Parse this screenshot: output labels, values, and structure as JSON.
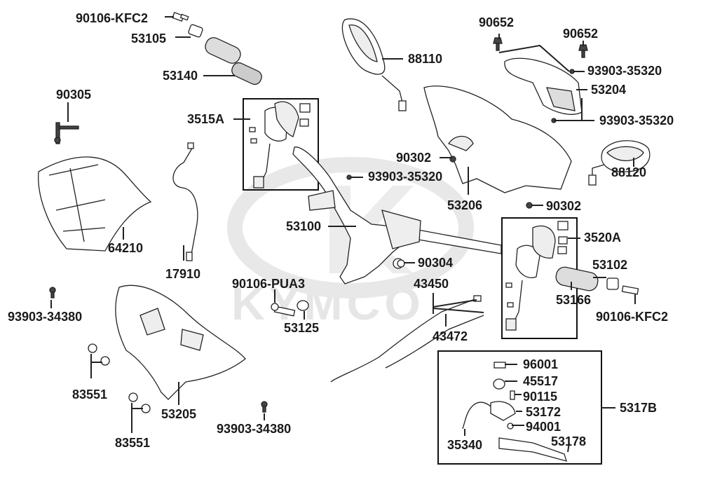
{
  "watermark": {
    "text": "KYMCO"
  },
  "labels": {
    "p90106_kfc2_a": "90106-KFC2",
    "p53105": "53105",
    "p53140": "53140",
    "p88110": "88110",
    "p90652_a": "90652",
    "p90652_b": "90652",
    "p93903_35320_a": "93903-35320",
    "p53204": "53204",
    "p93903_35320_b": "93903-35320",
    "p90305": "90305",
    "p3515a": "3515A",
    "p90302_a": "90302",
    "p93903_35320_c": "93903-35320",
    "p88120": "88120",
    "p53206": "53206",
    "p90302_b": "90302",
    "p64210": "64210",
    "p17910": "17910",
    "p53100": "53100",
    "p3520a": "3520A",
    "p90304": "90304",
    "p53102": "53102",
    "p90106_pua3": "90106-PUA3",
    "p43450": "43450",
    "p53166": "53166",
    "p93903_34380_a": "93903-34380",
    "p53125": "53125",
    "p90106_kfc2_b": "90106-KFC2",
    "p43472": "43472",
    "p96001": "96001",
    "p45517": "45517",
    "p90115": "90115",
    "p83551_a": "83551",
    "p53205": "53205",
    "p53172": "53172",
    "p5317b": "5317B",
    "p94001": "94001",
    "p93903_34380_b": "93903-34380",
    "p35340": "35340",
    "p53178": "53178",
    "p83551_b": "83551"
  }
}
